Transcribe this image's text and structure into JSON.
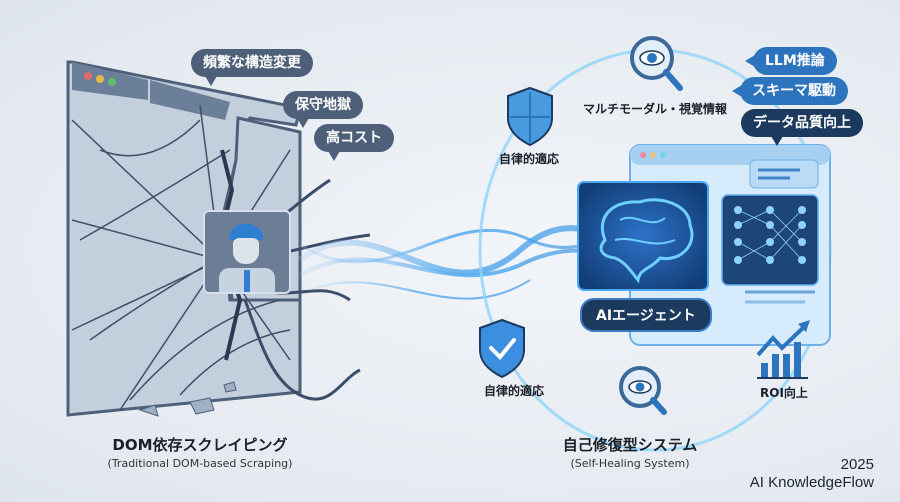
{
  "left_section": {
    "title": "DOM依存スクレイピング",
    "subtitle": "(Traditional DOM-based Scraping)",
    "bubbles": [
      "頻繁な構造変更",
      "保守地獄",
      "高コスト"
    ],
    "icons": [
      "broken-browser-window",
      "spider-web-cracks",
      "stressed-engineer",
      "broken-cables"
    ]
  },
  "right_section": {
    "title": "自己修復型システム",
    "subtitle": "(Self-Healing System)",
    "bubbles": [
      "LLM推論",
      "スキーマ駆動",
      "データ品質向上"
    ],
    "agent_label": "AIエージェント",
    "orbit_labels": {
      "top_eye": "マルチモーダル・視覚情報",
      "top_shield": "自律的適応",
      "bottom_shield": "自律的適応",
      "roi": "ROI向上"
    },
    "icons": [
      "brain-icon",
      "neural-network-icon",
      "eye-magnifier-icon",
      "shield-icon",
      "shield-check-icon",
      "growth-chart-icon"
    ]
  },
  "footer": {
    "year": "2025",
    "brand": "AI KnowledgeFlow"
  },
  "colors": {
    "background": "#e9edf2",
    "legacy_gray": "#4e6079",
    "ai_blue": "#2c74bd",
    "navy": "#1c3a5e",
    "glow": "#7cc8f5"
  }
}
